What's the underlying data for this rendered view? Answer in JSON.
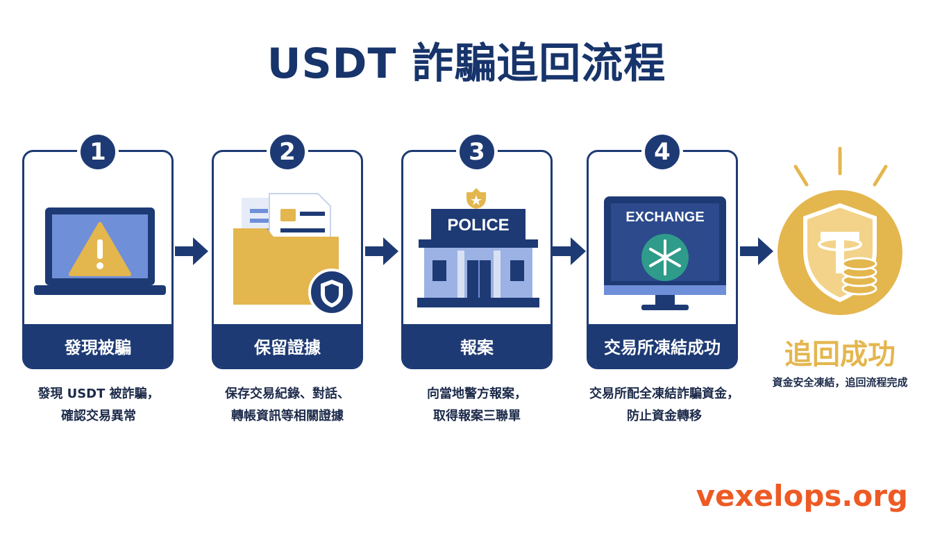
{
  "title": "USDT 詐騙追回流程",
  "steps": [
    {
      "number": "1",
      "label": "發現被騙",
      "desc_lines": [
        "發現 USDT 被詐騙，",
        "確認交易異常"
      ]
    },
    {
      "number": "2",
      "label": "保留證據",
      "desc_lines": [
        "保存交易紀錄、對話、",
        "轉帳資訊等相關證據"
      ]
    },
    {
      "number": "3",
      "label": "報案",
      "icon_text": "POLICE",
      "desc_lines": [
        "向當地警方報案，",
        "取得報案三聯單"
      ]
    },
    {
      "number": "4",
      "label": "交易所凍結成功",
      "icon_text": "EXCHANGE",
      "desc_lines": [
        "交易所配全凍結詐騙資金，",
        "防止資金轉移"
      ]
    }
  ],
  "final": {
    "label": "追回成功",
    "desc": "資金安全凍結，追回流程完成"
  },
  "watermark": "vexelops.org",
  "colors": {
    "navy": "#1d3a74",
    "gold": "#e4b64e",
    "light_blue": "#6f8fd8",
    "accent": "#ee5a24",
    "teal": "#2f9b8a"
  },
  "icons": [
    "warning-laptop-icon",
    "folder-shield-icon",
    "police-station-icon",
    "exchange-monitor-icon",
    "tether-shield-coins-icon"
  ]
}
